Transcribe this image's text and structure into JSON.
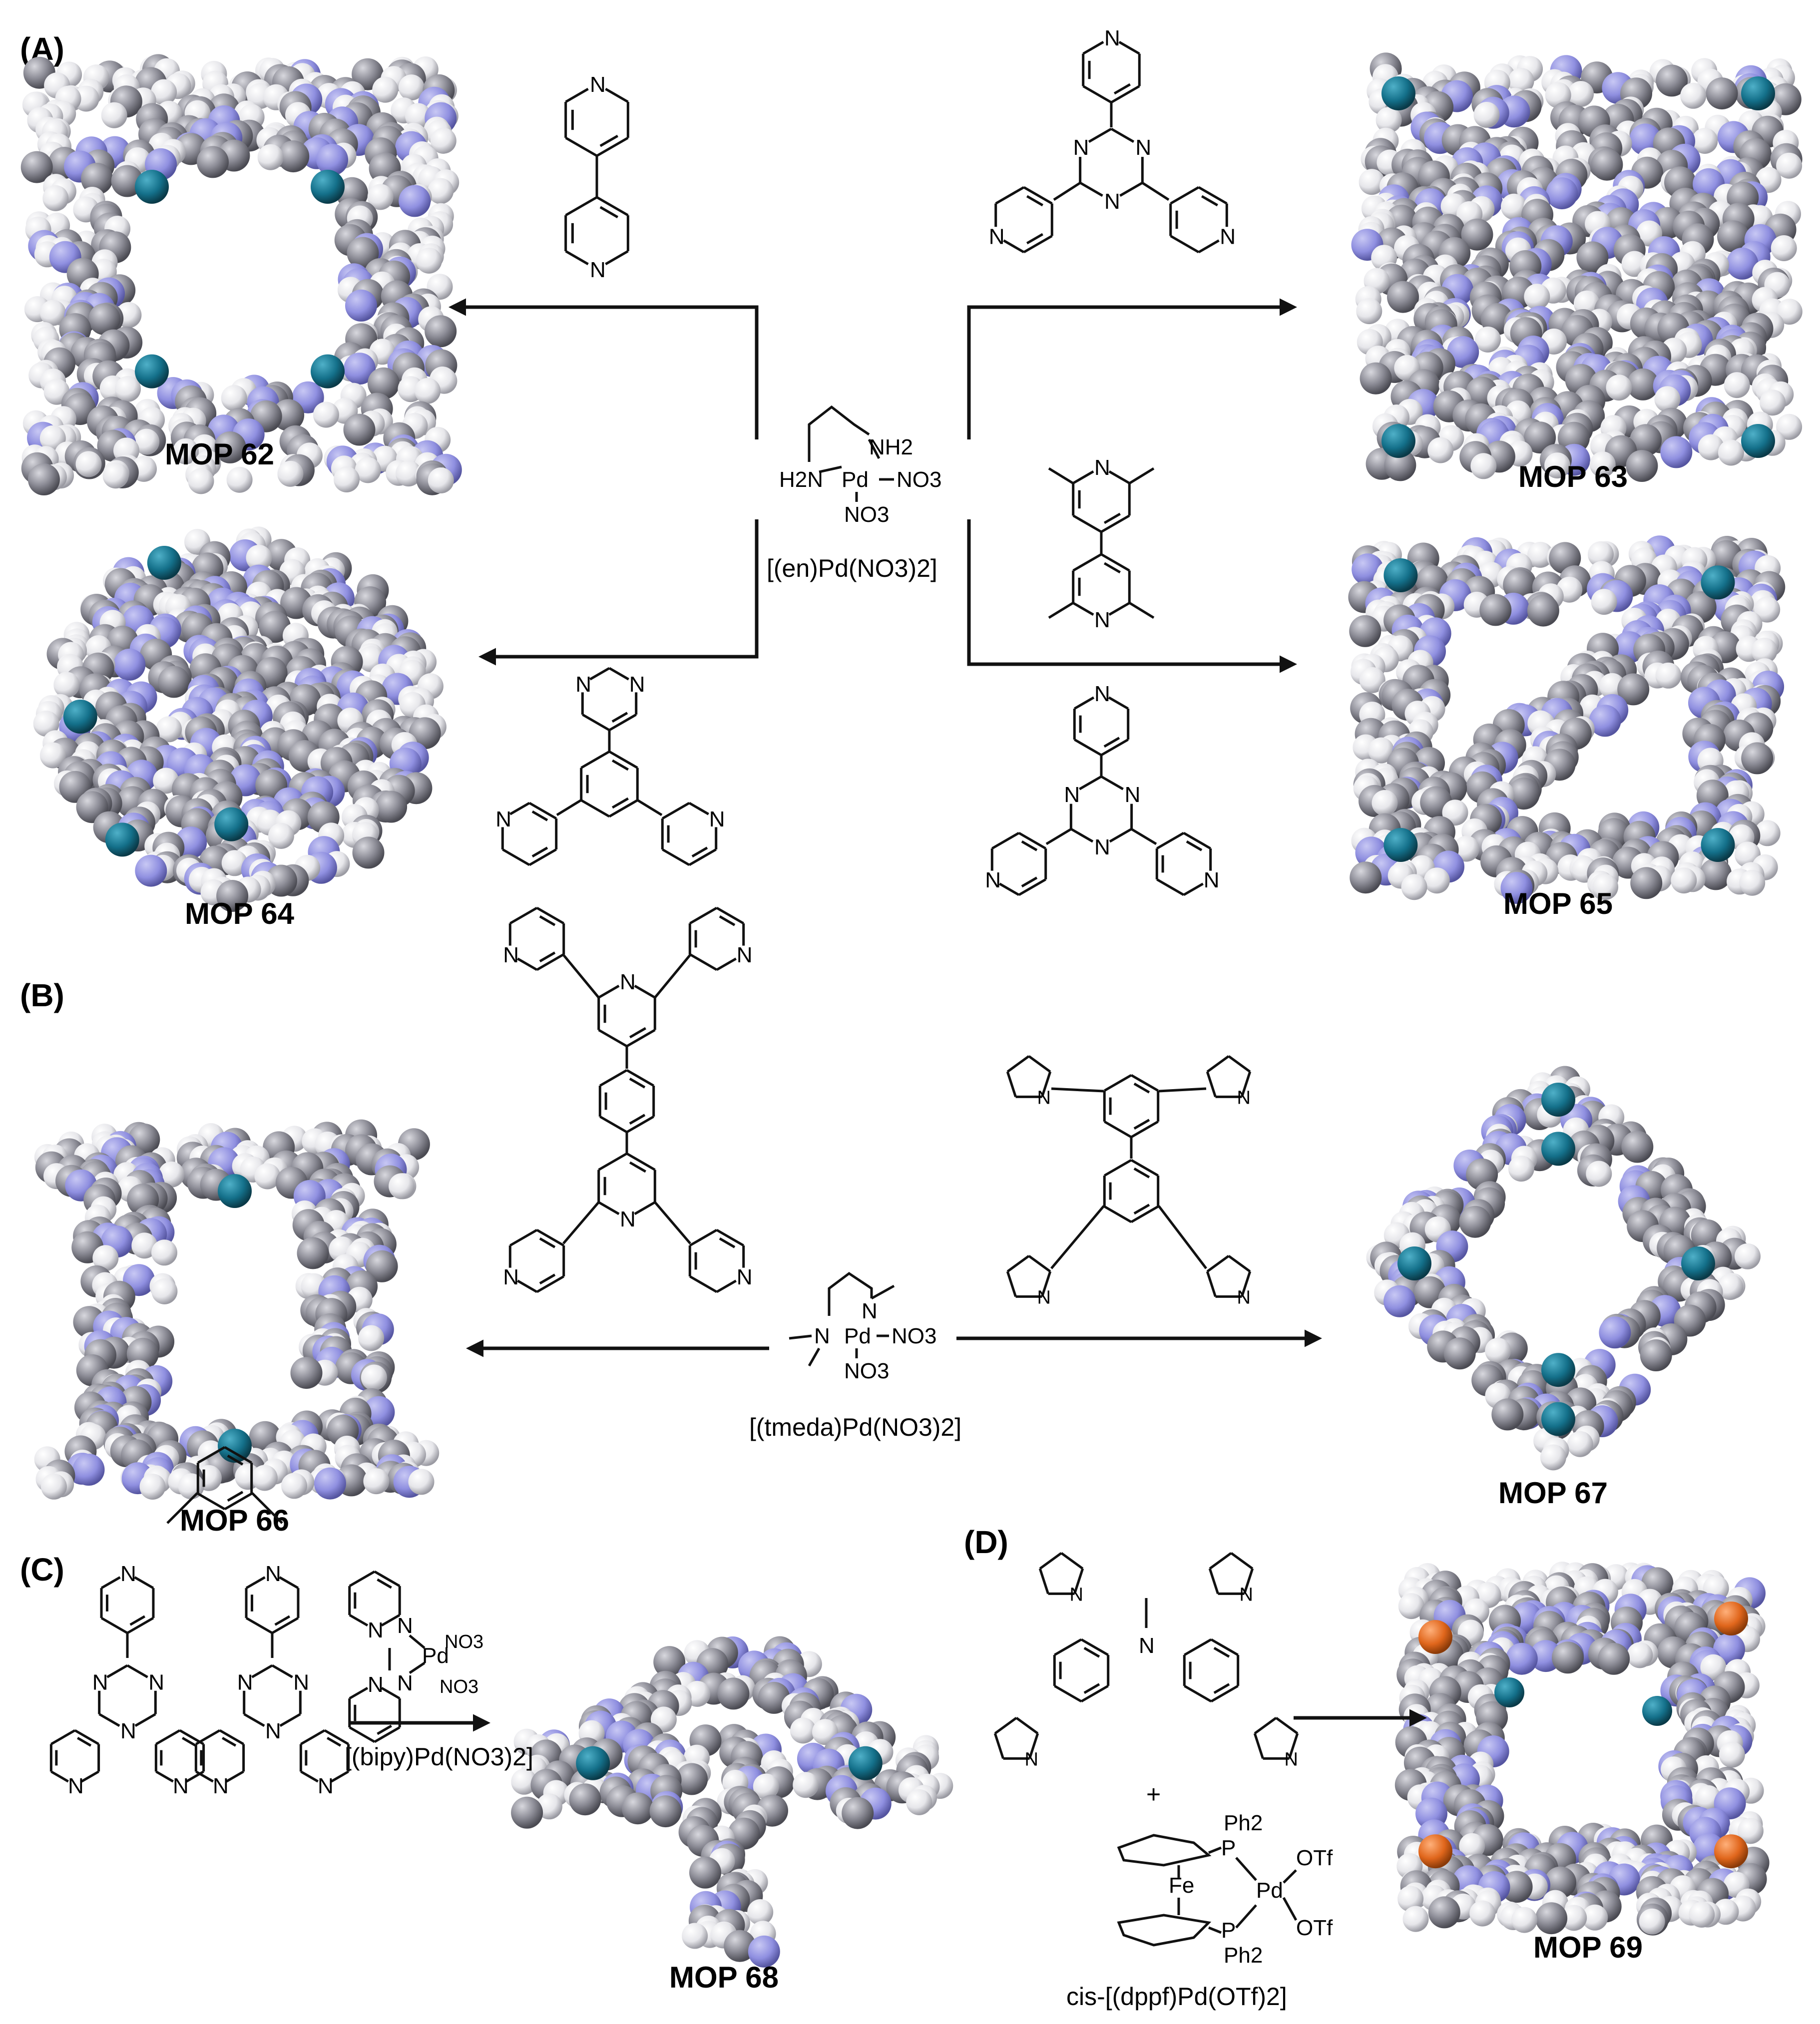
{
  "panels": {
    "A": "(A)",
    "B": "(B)",
    "C": "(C)",
    "D": "(D)"
  },
  "mops": {
    "m62": "MOP 62",
    "m63": "MOP 63",
    "m64": "MOP 64",
    "m65": "MOP 65",
    "m66": "MOP 66",
    "m67": "MOP 67",
    "m68": "MOP 68",
    "m69": "MOP 69"
  },
  "reagents": {
    "en_pd": "[(en)Pd(NO3)2]",
    "tmeda_pd": "[(tmeda)Pd(NO3)2]",
    "bipy_pd": "[(bipy)Pd(NO3)2]",
    "dppf_pd": "cis-[(dppf)Pd(OTf)2]",
    "plus": "+"
  },
  "atoms": {
    "N": "N",
    "NH2": "NH2",
    "H2N": "H2N",
    "Pd": "Pd",
    "NO3": "NO3",
    "Fe": "Fe",
    "P": "P",
    "Ph2": "Ph2",
    "OTf": "OTf"
  },
  "colors": {
    "carbon": "#8c8c96",
    "hydrogen": "#f2f2f2",
    "nitrogen": "#8f8fe0",
    "palladium": "#14708a",
    "phosphorus": "#e0661c"
  }
}
